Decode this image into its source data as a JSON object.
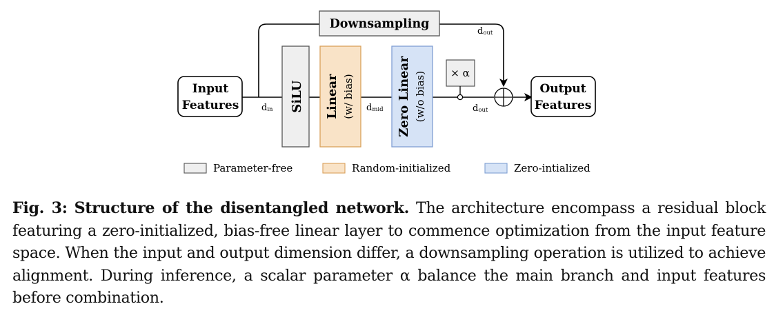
{
  "diagram": {
    "downsampling": "Downsampling",
    "input_line1": "Input",
    "input_line2": "Features",
    "output_line1": "Output",
    "output_line2": "Features",
    "silu": "SiLU",
    "linear_title": "Linear",
    "linear_sub": "(w/ bias)",
    "zero_title": "Zero Linear",
    "zero_sub": "(w/o bias)",
    "scale": "× α",
    "d_in": "d",
    "d_in_sub": "in",
    "d_mid": "d",
    "d_mid_sub": "mid",
    "d_out_top": "d",
    "d_out_top_sub": "out",
    "d_out_bottom": "d",
    "d_out_bottom_sub": "out"
  },
  "legend": {
    "items": [
      {
        "label": "Parameter-free",
        "fill": "#efefef",
        "stroke": "#555555"
      },
      {
        "label": "Random-initialized",
        "fill": "#f9e3c7",
        "stroke": "#d9a05a"
      },
      {
        "label": "Zero-intialized",
        "fill": "#d6e3f6",
        "stroke": "#7f9fd3"
      }
    ]
  },
  "colors": {
    "silu_fill": "#efefef",
    "silu_stroke": "#555555",
    "linear_fill": "#f9e3c7",
    "linear_stroke": "#d9a05a",
    "zero_fill": "#d6e3f6",
    "zero_stroke": "#7f9fd3"
  },
  "caption": {
    "label": "Fig. 3:",
    "bold_title": "Structure of the disentangled network.",
    "text": "The architecture encompass a residual block featuring a zero-initialized, bias-free linear layer to commence optimization from the input feature space. When the input and output dimension differ, a downsampling operation is utilized to achieve alignment. During inference, a scalar parameter α balance the main branch and input features before combination."
  }
}
